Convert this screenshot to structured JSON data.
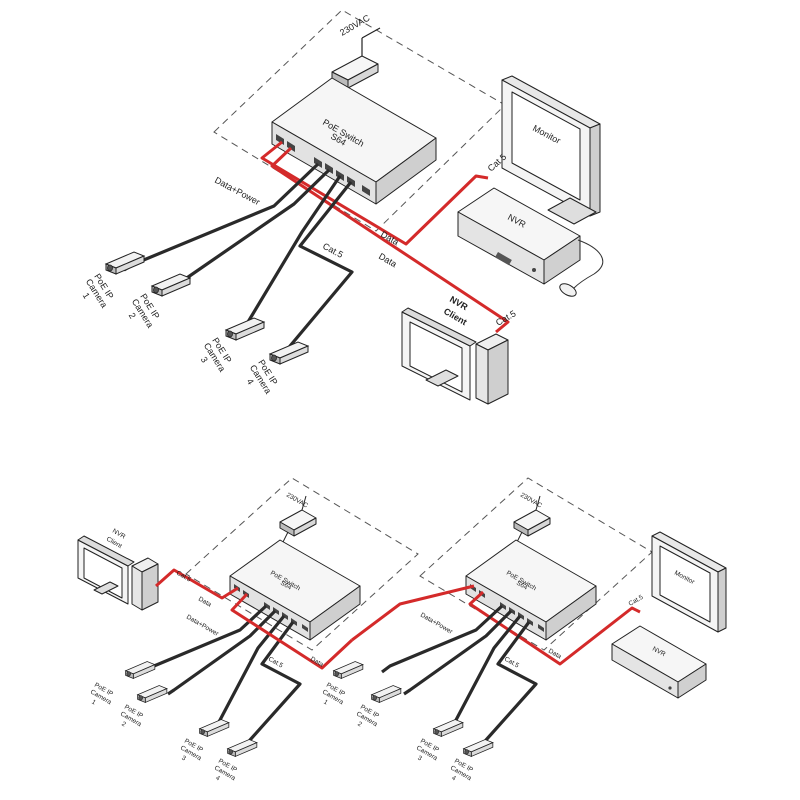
{
  "top": {
    "power": "230VAC",
    "switch_title": "PoE Switch",
    "switch_model": "S64",
    "monitor": "Monitor",
    "nvr": "NVR",
    "nvr_client": [
      "NVR",
      "Client"
    ],
    "cable_cat5_nvr": "Cat.5",
    "cable_cat5_client": "Cat.5",
    "cable_cat5_cam": "Cat.5",
    "cable_data_nvr": "Data",
    "cable_data_client": "Data",
    "cable_data_power": "Data+Power",
    "cameras": [
      {
        "l1": "PoE IP",
        "l2": "Camera",
        "l3": "1"
      },
      {
        "l1": "PoE IP",
        "l2": "Camera",
        "l3": "2"
      },
      {
        "l1": "PoE IP",
        "l2": "Camera",
        "l3": "3"
      },
      {
        "l1": "PoE IP",
        "l2": "Camera",
        "l3": "4"
      }
    ]
  },
  "bottom": {
    "left": {
      "power": "230VAC",
      "switch_title": "PoE Switch",
      "switch_model": "S64",
      "nvr_client": [
        "NVR",
        "Client"
      ],
      "cable_cat5_client": "Cat.5",
      "cable_data_client": "Data",
      "cable_data_power": "Data+Power",
      "cable_cat5_cam": "Cat.5",
      "cable_data_link": "Data",
      "cameras": [
        {
          "l1": "PoE IP",
          "l2": "Camera",
          "l3": "1"
        },
        {
          "l1": "PoE IP",
          "l2": "Camera",
          "l3": "2"
        },
        {
          "l1": "PoE IP",
          "l2": "Camera",
          "l3": "3"
        },
        {
          "l1": "PoE IP",
          "l2": "Camera",
          "l3": "4"
        }
      ]
    },
    "right": {
      "power": "230VAC",
      "switch_title": "PoE Switch",
      "switch_model": "S64",
      "monitor": "Monitor",
      "nvr": "NVR",
      "cable_cat5_nvr": "Cat.5",
      "cable_data_nvr": "Data",
      "cable_data_power": "Data+Power",
      "cable_cat5_cam": "Cat.5",
      "cameras": [
        {
          "l1": "PoE IP",
          "l2": "Camera",
          "l3": "1"
        },
        {
          "l1": "PoE IP",
          "l2": "Camera",
          "l3": "2"
        },
        {
          "l1": "PoE IP",
          "l2": "Camera",
          "l3": "3"
        },
        {
          "l1": "PoE IP",
          "l2": "Camera",
          "l3": "4"
        }
      ]
    }
  },
  "colors": {
    "data_cable": "#d42a2a",
    "poe_cable": "#2a2a2a",
    "device_fill": "#f4f4f4"
  }
}
